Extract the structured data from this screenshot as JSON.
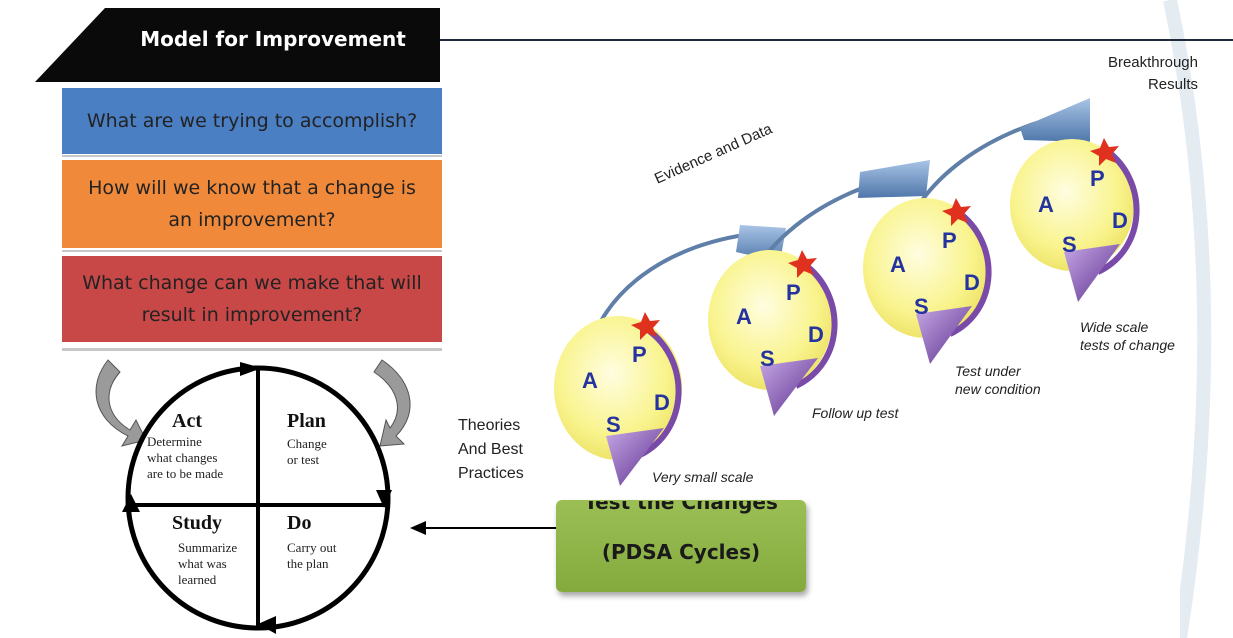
{
  "model": {
    "title": "Model for Improvement",
    "questions": [
      {
        "line1": "What are we trying to accomplish?"
      },
      {
        "line1": "How will we know that a change is",
        "line2": "an improvement?"
      },
      {
        "line1": "What change can we make that will",
        "line2": "result in improvement?"
      }
    ]
  },
  "cycle": {
    "act_title": "Act",
    "act_text": [
      "Determine",
      "what changes",
      "are to be made"
    ],
    "plan_title": "Plan",
    "plan_text": [
      "Change",
      "or test"
    ],
    "study_title": "Study",
    "study_text": [
      "Summarize",
      "what was",
      "learned"
    ],
    "do_title": "Do",
    "do_text": [
      "Carry out",
      "the plan"
    ]
  },
  "pdsa_box": {
    "line1": "Test the Changes",
    "line2": "(PDSA Cycles)"
  },
  "ramp": {
    "breakthrough": [
      "Breakthrough",
      "Results"
    ],
    "evidence": "Evidence and Data",
    "theories": [
      "Theories",
      "And Best",
      "Practices"
    ],
    "stages": [
      {
        "label": [
          "Very small scale"
        ]
      },
      {
        "label": [
          "Follow up test"
        ]
      },
      {
        "label": [
          "Test under",
          "new condition"
        ]
      },
      {
        "label": [
          "Wide scale",
          "tests of change"
        ]
      }
    ],
    "letters": {
      "a": "A",
      "p": "P",
      "s": "S",
      "d": "D"
    }
  },
  "colors": {
    "banner": "#0a0a0a",
    "q1": "#4a7fc4",
    "q2": "#f08a3a",
    "q3": "#c84848",
    "pdsa": "#8fb548",
    "bubble": "#fbf7a8",
    "arrow_purple": "#7a4aa8",
    "arrow_blue": "#5f86b8",
    "star": "#e0301e"
  }
}
